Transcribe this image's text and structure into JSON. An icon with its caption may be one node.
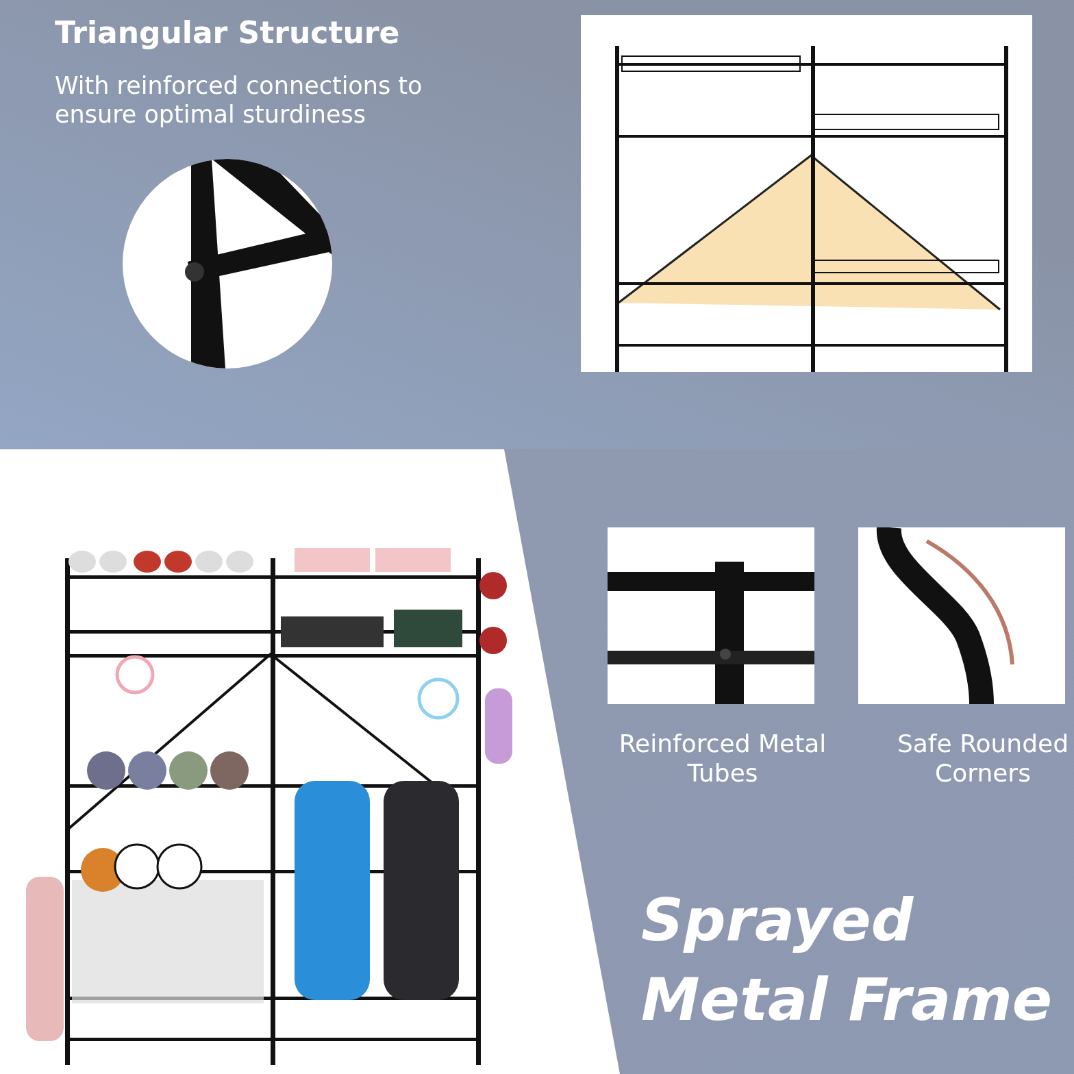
{
  "diagram": {
    "title": "Sprayed Metal Frame",
    "labels": [
      "Triangular Structure",
      "With reinforced connections to ensure optimal sturdiness",
      "Reinforced Metal Tubes",
      "Safe Rounded Corners"
    ]
  }
}
